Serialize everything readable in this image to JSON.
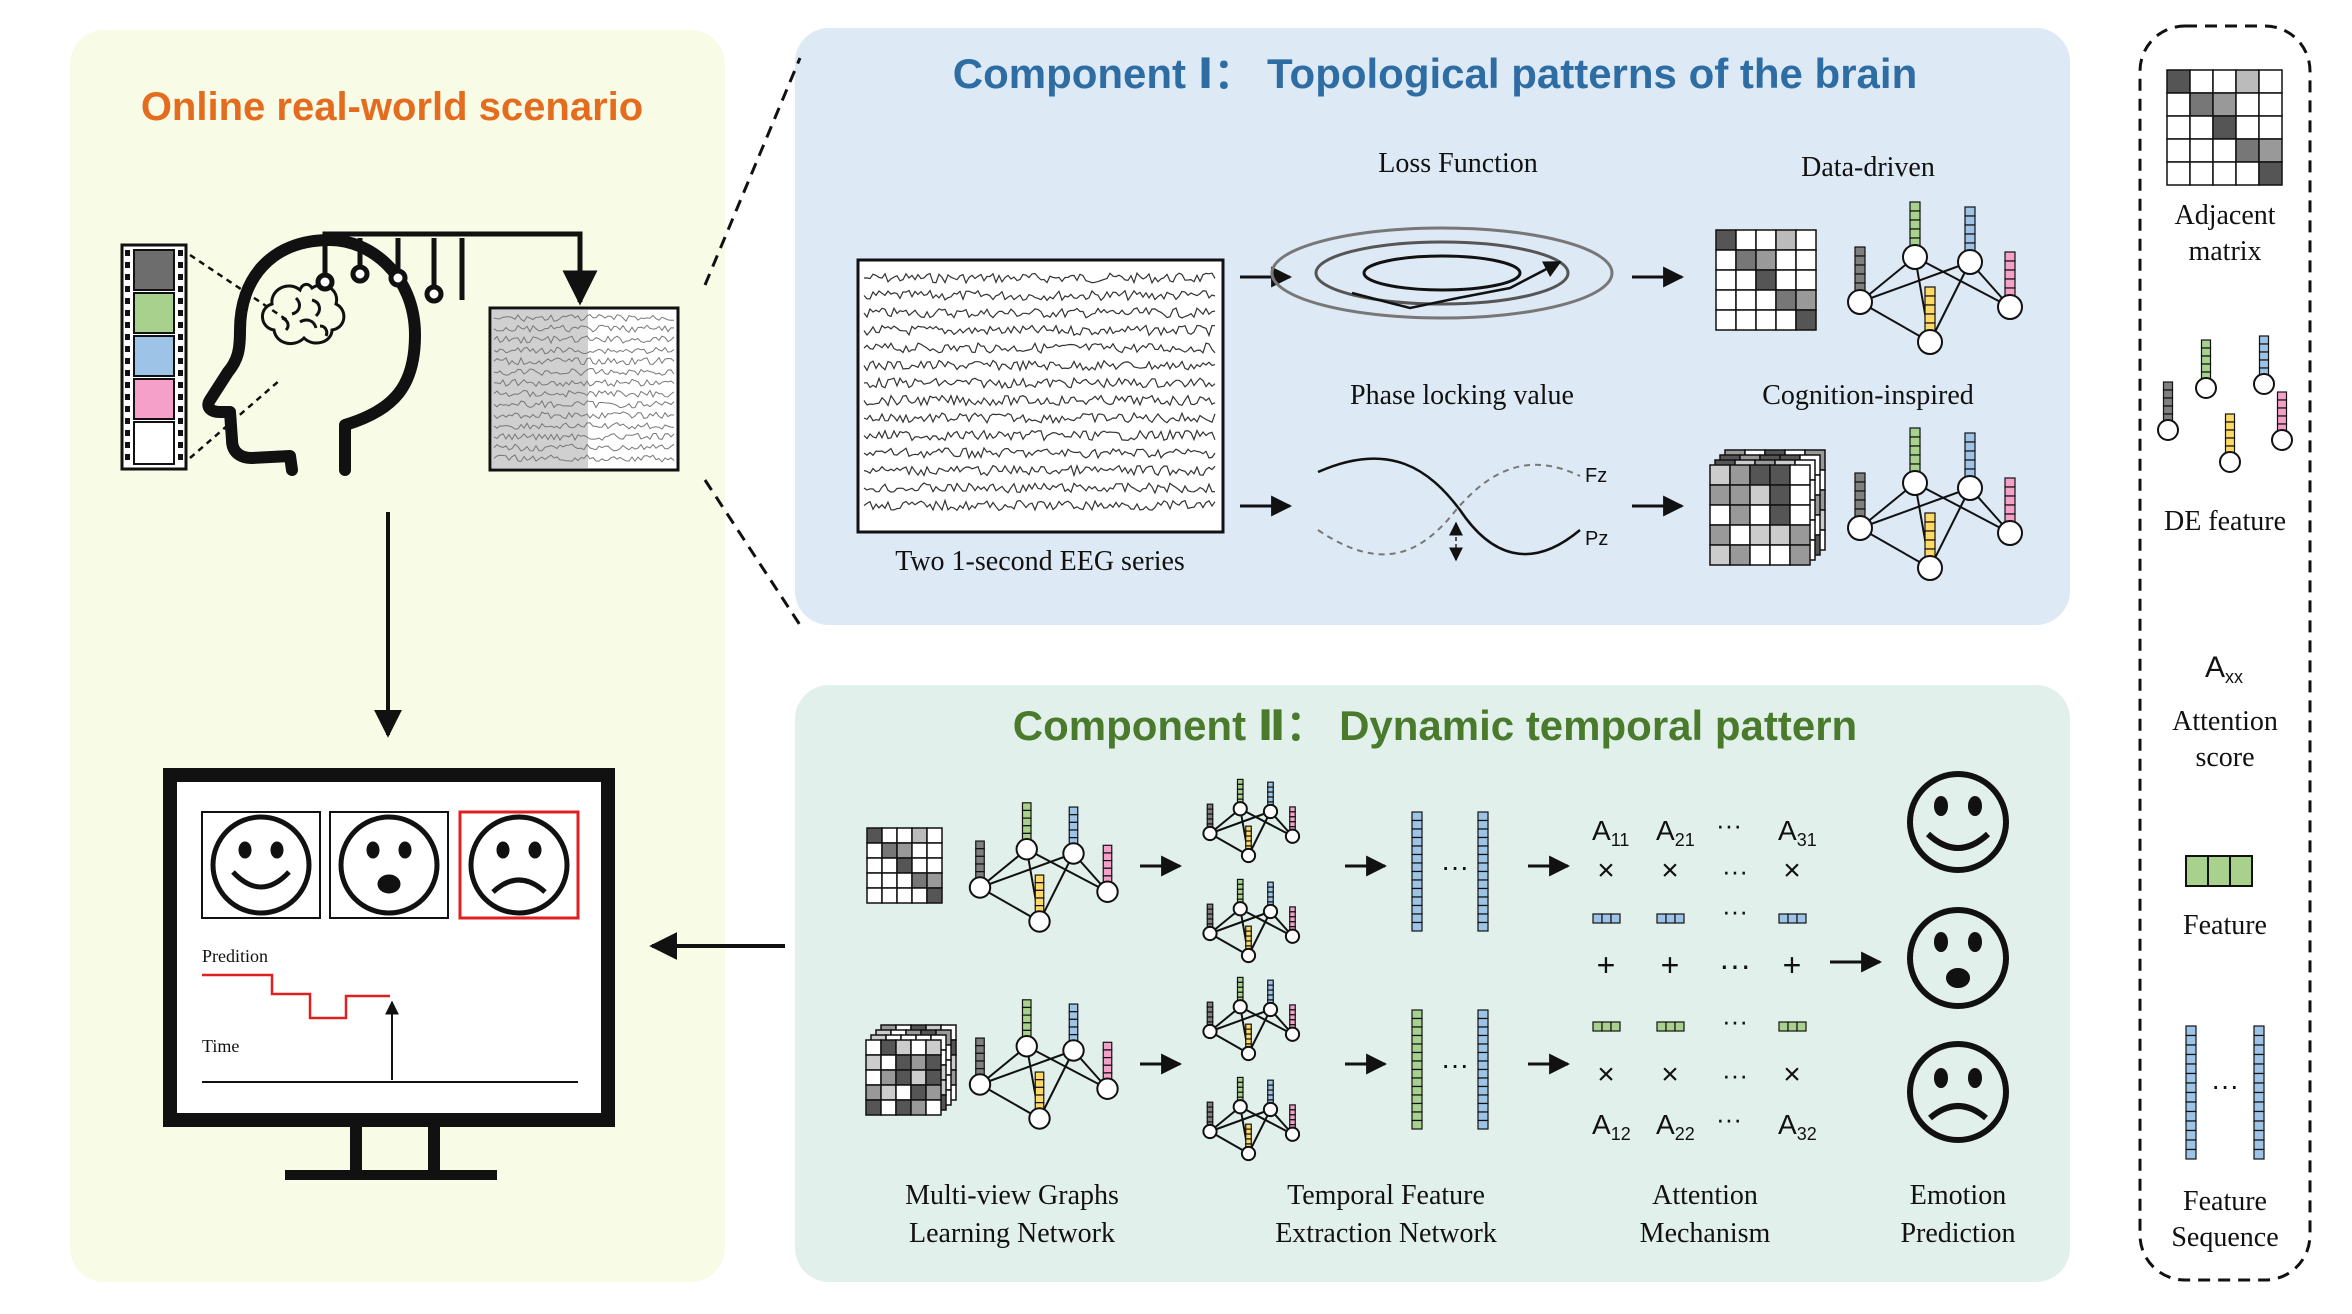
{
  "left_panel": {
    "title": "Online real-world scenario",
    "prediction_label": "Predition",
    "time_label": "Time"
  },
  "component1": {
    "title": "Component Ⅰ： Topological patterns of the brain",
    "loss_function": "Loss Function",
    "data_driven": "Data-driven",
    "plv": "Phase locking value",
    "cognition": "Cognition-inspired",
    "eeg_caption": "Two 1-second EEG series",
    "fz": "Fz",
    "pz": "Pz"
  },
  "component2": {
    "title": "Component Ⅱ： Dynamic temporal pattern",
    "col1": [
      "Multi-view Graphs",
      "Learning Network"
    ],
    "col2": [
      "Temporal Feature",
      "Extraction Network"
    ],
    "col3": [
      "Attention",
      "Mechanism"
    ],
    "col4": [
      "Emotion",
      "Prediction"
    ],
    "attn_top": [
      "A11",
      "A21",
      "···",
      "A31"
    ],
    "attn_bottom": [
      "A12",
      "A22",
      "···",
      "A32"
    ]
  },
  "legend": {
    "adjacent": [
      "Adjacent",
      "matrix"
    ],
    "de_feature": "DE feature",
    "axx": "Axx",
    "attention": [
      "Attention",
      "score"
    ],
    "feature": "Feature",
    "feature_seq": [
      "Feature",
      "Sequence"
    ]
  },
  "colors": {
    "left_bg": "#f8fbe6",
    "comp1_bg": "#dde9f4",
    "comp2_bg": "#e2f0ec",
    "orange": "#e46c1e",
    "blue_title": "#2e6da4",
    "green_title": "#4a7a2c",
    "green": "#a9d18e",
    "blue": "#9dc3e6",
    "pink": "#f4a0c8",
    "yellow": "#ffd966",
    "gray": "#7f7f7f",
    "red": "#e02020"
  }
}
